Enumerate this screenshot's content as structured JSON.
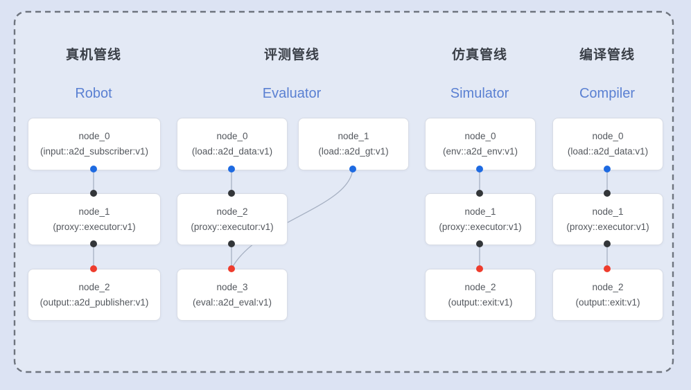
{
  "pipelines": [
    {
      "title_zh": "真机管线",
      "title_en": "Robot",
      "nodes": [
        {
          "name": "node_0",
          "type": "(input::a2d_subscriber:v1)"
        },
        {
          "name": "node_1",
          "type": "(proxy::executor:v1)"
        },
        {
          "name": "node_2",
          "type": "(output::a2d_publisher:v1)"
        }
      ]
    },
    {
      "title_zh": "评测管线",
      "title_en": "Evaluator",
      "nodes": [
        {
          "name": "node_0",
          "type": "(load::a2d_data:v1)"
        },
        {
          "name": "node_1",
          "type": "(load::a2d_gt:v1)"
        },
        {
          "name": "node_2",
          "type": "(proxy::executor:v1)"
        },
        {
          "name": "node_3",
          "type": "(eval::a2d_eval:v1)"
        }
      ]
    },
    {
      "title_zh": "仿真管线",
      "title_en": "Simulator",
      "nodes": [
        {
          "name": "node_0",
          "type": "(env::a2d_env:v1)"
        },
        {
          "name": "node_1",
          "type": "(proxy::executor:v1)"
        },
        {
          "name": "node_2",
          "type": "(output::exit:v1)"
        }
      ]
    },
    {
      "title_zh": "编译管线",
      "title_en": "Compiler",
      "nodes": [
        {
          "name": "node_0",
          "type": "(load::a2d_data:v1)"
        },
        {
          "name": "node_1",
          "type": "(proxy::executor:v1)"
        },
        {
          "name": "node_2",
          "type": "(output::exit:v1)"
        }
      ]
    }
  ],
  "colors": {
    "background": "#dce3f3",
    "dashed_border": "#6e747e",
    "inner_fill": "rgba(255,255,255,0.22)",
    "edge": "#a6b0c2",
    "port_source": "#1e6ae1",
    "port_intermediate": "#333639",
    "port_sink": "#ee3c2d",
    "title_zh_color": "#3a3f47",
    "title_en_color": "#5a80d2"
  }
}
